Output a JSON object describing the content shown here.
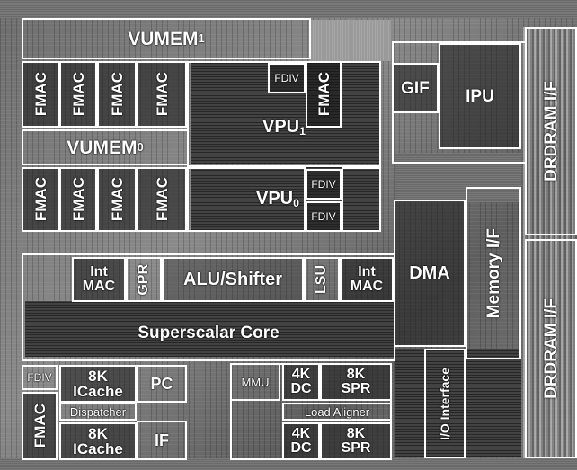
{
  "blocks": {
    "vumem1": {
      "text": "VUMEM",
      "sub": "1"
    },
    "vumem0": {
      "text": "VUMEM",
      "sub": "0"
    },
    "vpu1": {
      "text": "VPU",
      "sub": "1"
    },
    "vpu0": {
      "text": "VPU",
      "sub": "0"
    },
    "fmac": "FMAC",
    "fdiv": "FDIV",
    "gif": "GIF",
    "ipu": "IPU",
    "drdram_if": "DRDRAM I/F",
    "int_mac": "Int\nMAC",
    "gpr": "GPR",
    "alu_shifter": "ALU/Shifter",
    "lsu": "LSU",
    "dma": "DMA",
    "memory_if": "Memory I/F",
    "superscalar_core": "Superscalar Core",
    "icache_8k": "8K\nICache",
    "pc": "PC",
    "dispatcher": "Dispatcher",
    "if": "IF",
    "mmu": "MMU",
    "dc_4k": "4K\nDC",
    "spr_8k": "8K\nSPR",
    "load_aligner": "Load Aligner",
    "io_interface": "I/O Interface"
  }
}
